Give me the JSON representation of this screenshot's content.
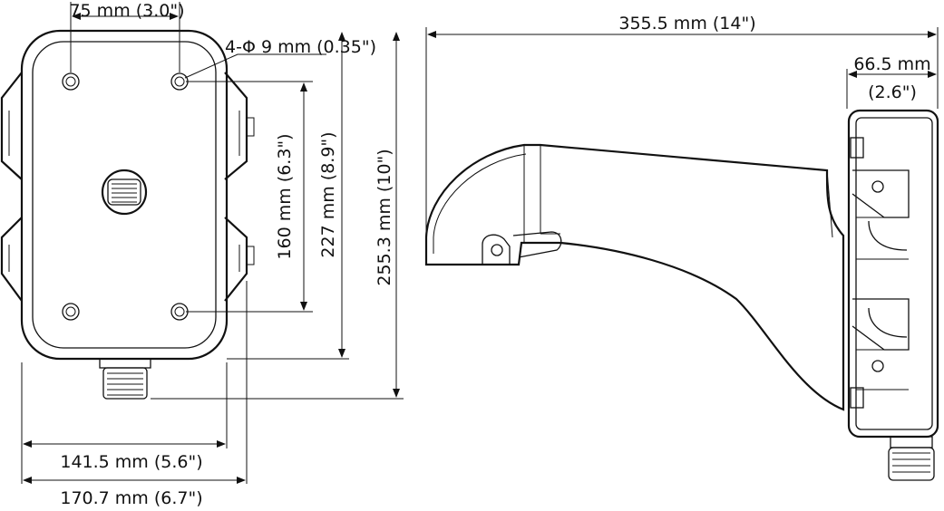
{
  "front_view": {
    "hole_spacing": "75 mm (3.0\")",
    "hole_spec": "4-Φ 9 mm (0.35\")",
    "vertical_hole_spacing": "160 mm (6.3\")",
    "plate_height": "227 mm (8.9\")",
    "overall_height": "255.3 mm (10\")",
    "plate_width": "141.5 mm (5.6\")",
    "overall_width": "170.7 mm (6.7\")"
  },
  "side_view": {
    "arm_length": "355.5 mm (14\")",
    "depth_mm": "66.5 mm",
    "depth_in": "(2.6\")"
  },
  "colors": {
    "line": "#111111",
    "background": "#ffffff"
  }
}
